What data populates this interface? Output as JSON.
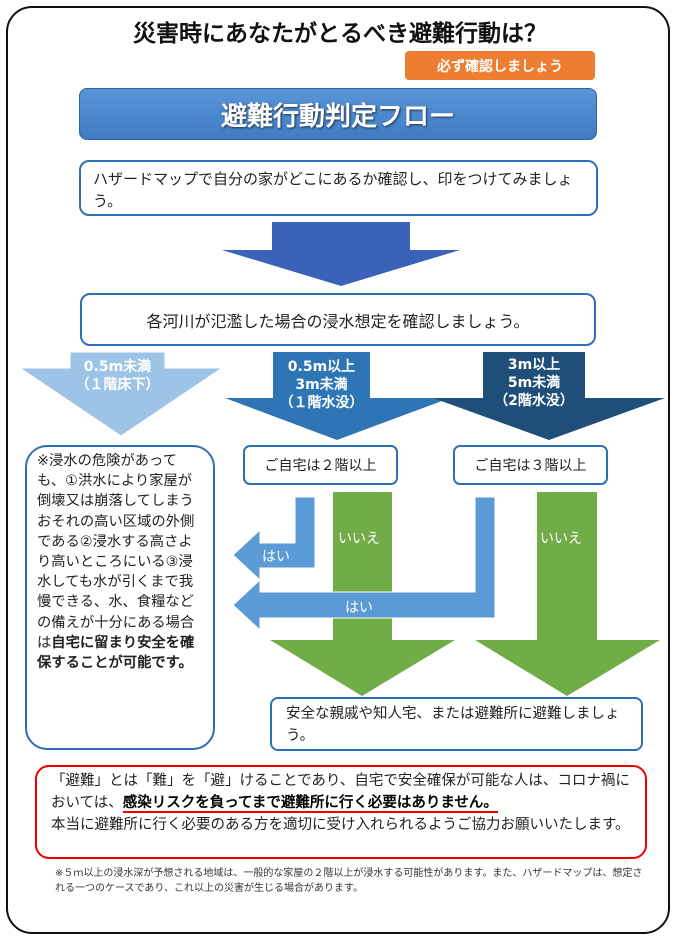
{
  "title": "災害時にあなたがとるべき避難行動は？",
  "badge": "必ず確認しましょう",
  "banner": "避難行動判定フロー",
  "step1": "ハザードマップで自分の家がどこにあるか確認し、印をつけてみましょう。",
  "step2": "各河川が氾濫した場合の浸水想定を確認しましょう。",
  "depths": [
    {
      "line1": "0.5m未満",
      "line2": "（１階床下）",
      "line3": "",
      "color": "#9dc3e6"
    },
    {
      "line1": "0.5m以上",
      "line2": "3m未満",
      "line3": "（１階水没）",
      "color": "#2e75b6"
    },
    {
      "line1": "3m以上",
      "line2": "5m未満",
      "line3": "（2階水没）",
      "color": "#1f4e79"
    }
  ],
  "left_box": {
    "text": "※浸水の危険があっても、①洪水により家屋が倒壊又は崩落してしまうおそれの高い区域の外側である②浸水する高さより高いところにいる③浸水しても水が引くまで我慢できる、水、食糧などの備えが十分にある場合は",
    "bold": "自宅に留まり安全を確保することが可能です。"
  },
  "q1": "ご自宅は２階以上",
  "q2": "ご自宅は３階以上",
  "yes": "はい",
  "no": "いいえ",
  "result": "安全な親戚や知人宅、または避難所に避難しましょう。",
  "notice": {
    "p1": "「避難」とは「難」を「避」けることであり、自宅で安全確保が可能な人は、コロナ禍においては、",
    "bold": "感染リスクを負ってまで避難所に行く必要はありません。",
    "p2": "本当に避難所に行く必要のある方を適切に受け入れられるようご協力お願いいたします。"
  },
  "footnote": "※５ｍ以上の浸水深が予想される地域は、一般的な家屋の２階以上が浸水する可能性があります。また、ハザードマップは、想定される一つのケースであり、これ以上の災害が生じる場合があります。",
  "colors": {
    "green": "#70ad47",
    "blue_arrow": "#5b9bd5",
    "main_arrow": "#3a62b8"
  }
}
